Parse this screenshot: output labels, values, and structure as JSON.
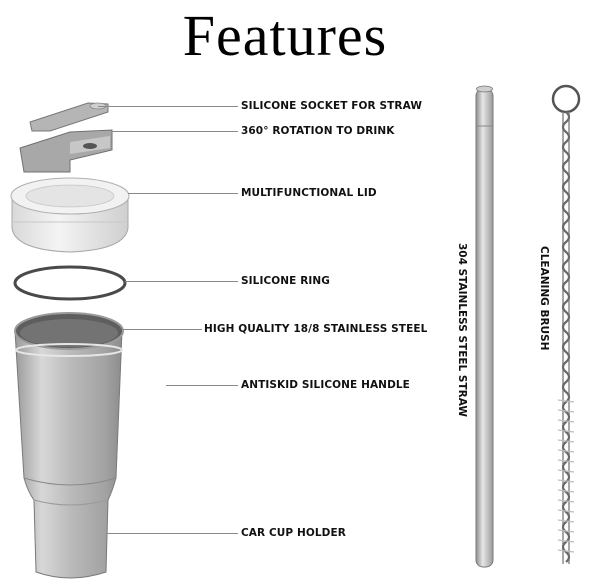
{
  "title": "Features",
  "callouts": {
    "socket": "SILICONE SOCKET FOR STRAW",
    "rotation": "360° ROTATION TO DRINK",
    "lid": "MULTIFUNCTIONAL LID",
    "ring": "SILICONE RING",
    "steel": "HIGH QUALITY 18/8 STAINLESS STEEL",
    "handle": "ANTISKID SILICONE HANDLE",
    "holder": "CAR CUP HOLDER"
  },
  "accessories": {
    "straw": "304 STAINLESS STEEL STRAW",
    "brush": "CLEANING BRUSH"
  }
}
